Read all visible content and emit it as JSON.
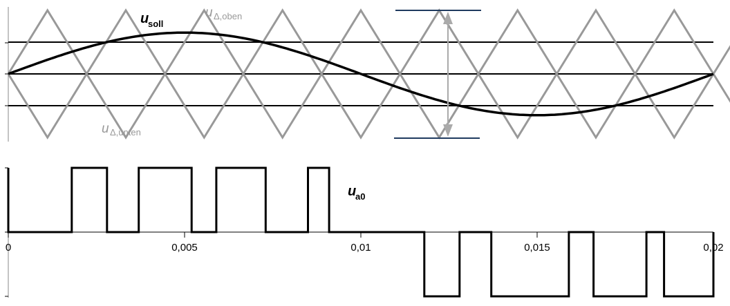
{
  "chart_data": [
    {
      "type": "line",
      "title": "",
      "xlim": [
        0,
        0.02
      ],
      "ylim": [
        -1,
        1
      ],
      "grid": false,
      "carrier_period": 0.0022222,
      "series": [
        {
          "name": "u_soll",
          "label_main": "u",
          "label_sub": "soll",
          "color": "#000000",
          "x": [
            0,
            0.0025,
            0.005,
            0.0075,
            0.01,
            0.0125,
            0.015,
            0.0175,
            0.02
          ],
          "y": [
            0,
            0.46,
            0.65,
            0.46,
            0,
            -0.46,
            -0.65,
            -0.46,
            0
          ]
        },
        {
          "name": "u_delta_oben",
          "label_main": "u",
          "label_sub": "Δ,oben",
          "color": "#999999",
          "pattern": "triangle",
          "min": 0,
          "max": 1,
          "starts_at": "min"
        },
        {
          "name": "u_delta_unten",
          "label_main": "u",
          "label_sub": "Δ,unten",
          "color": "#999999",
          "pattern": "triangle",
          "min": -1,
          "max": 0,
          "starts_at": "max"
        }
      ],
      "reference_lines": [
        0.5,
        0,
        -0.5
      ]
    },
    {
      "type": "line",
      "title": "",
      "xlabel": "",
      "xlim": [
        0,
        0.02
      ],
      "ylim": [
        -1,
        1
      ],
      "xticks": [
        "0",
        "0,005",
        "0,01",
        "0,015",
        "0,02"
      ],
      "xtick_values": [
        0,
        0.005,
        0.01,
        0.015,
        0.02
      ],
      "series": [
        {
          "name": "u_a0",
          "label_main": "u",
          "label_sub": "a0",
          "color": "#000000",
          "step_x": [
            0,
            0.0018,
            0.0028,
            0.0037,
            0.0052,
            0.0059,
            0.0073,
            0.0085,
            0.0091,
            0.0118,
            0.0128,
            0.0137,
            0.0159,
            0.0166,
            0.0181,
            0.0186,
            0.02
          ],
          "step_y": [
            0,
            1,
            0,
            1,
            0,
            1,
            0,
            1,
            0,
            -1,
            0,
            -1,
            0,
            -1,
            0,
            -1,
            0
          ]
        }
      ]
    }
  ]
}
